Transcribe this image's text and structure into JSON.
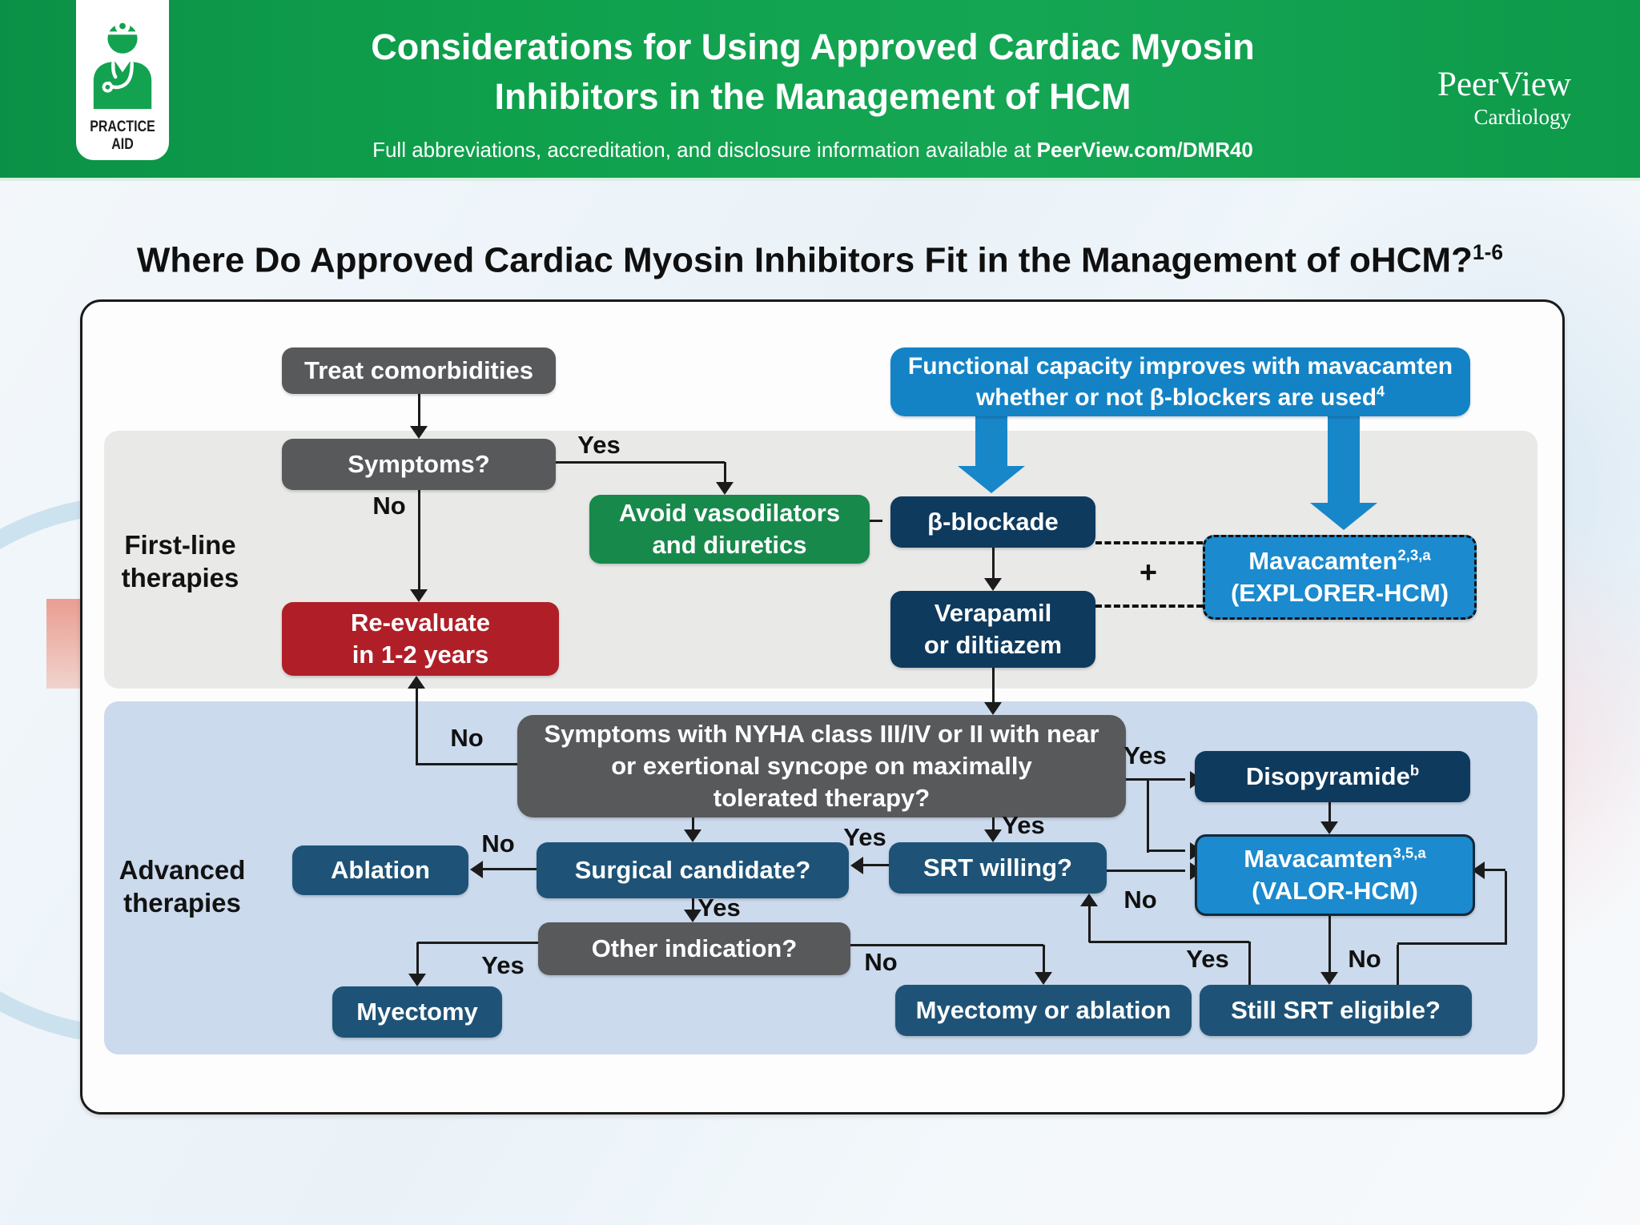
{
  "header": {
    "badge": "PRACTICE AID",
    "title_line1": "Considerations for Using Approved Cardiac Myosin",
    "title_line2": "Inhibitors in the Management of HCM",
    "subtitle_prefix": "Full abbreviations, accreditation, and disclosure information available at ",
    "subtitle_link": "PeerView.com/DMR40",
    "brand_name": "PeerView",
    "brand_sub": "Cardiology"
  },
  "page": {
    "title": "Where Do Approved Cardiac Myosin Inhibitors Fit in the Management of oHCM?",
    "title_sup": "1-6"
  },
  "diagram": {
    "sections": {
      "first_line": {
        "line1": "First-line",
        "line2": "therapies"
      },
      "advanced": {
        "line1": "Advanced",
        "line2": "therapies"
      }
    },
    "labels": {
      "yes": "Yes",
      "no": "No",
      "plus": "+"
    },
    "boxes": {
      "treat": {
        "text": "Treat comorbidities"
      },
      "symptoms": {
        "text": "Symptoms?"
      },
      "avoid": {
        "line1": "Avoid vasodilators",
        "line2": "and diuretics"
      },
      "beta": {
        "text": "β-blockade"
      },
      "verapamil": {
        "line1": "Verapamil",
        "line2": "or diltiazem"
      },
      "callout": {
        "line1": "Functional capacity improves with mavacamten",
        "line2": "whether or not β-blockers are used",
        "sup": "4"
      },
      "explorer": {
        "line1": "Mavacamten",
        "sup": "2,3,a",
        "line2": "(EXPLORER-HCM)"
      },
      "reevaluate": {
        "line1": "Re-evaluate",
        "line2": "in 1-2 years"
      },
      "nyha": {
        "line1": "Symptoms with NYHA class III/IV or II with near",
        "line2": "or exertional syncope on maximally",
        "line3": "tolerated therapy?"
      },
      "disopyramide": {
        "text": "Disopyramide",
        "sup": "b"
      },
      "ablation": {
        "text": "Ablation"
      },
      "surgical": {
        "text": "Surgical candidate?"
      },
      "srt": {
        "text": "SRT willing?"
      },
      "valor": {
        "line1": "Mavacamten",
        "sup": "3,5,a",
        "line2": "(VALOR-HCM)"
      },
      "other": {
        "text": "Other indication?"
      },
      "myectomy": {
        "text": "Myectomy"
      },
      "myectomy_ablation": {
        "text": "Myectomy or ablation"
      },
      "still_srt": {
        "text": "Still SRT eligible?"
      }
    },
    "colors": {
      "header_green": "#0FA04C",
      "gray_box": "#58595B",
      "green_box": "#17894B",
      "red_box": "#B01F27",
      "dark_navy_box": "#0E3A5E",
      "medium_navy_box": "#1E5377",
      "bright_blue": "#1383C6",
      "mavacamten_blue": "#1B8ACE",
      "first_line_band": "#E9E9E8",
      "advanced_band": "#CBDAEC",
      "connector_black": "#1B1B1B"
    }
  }
}
